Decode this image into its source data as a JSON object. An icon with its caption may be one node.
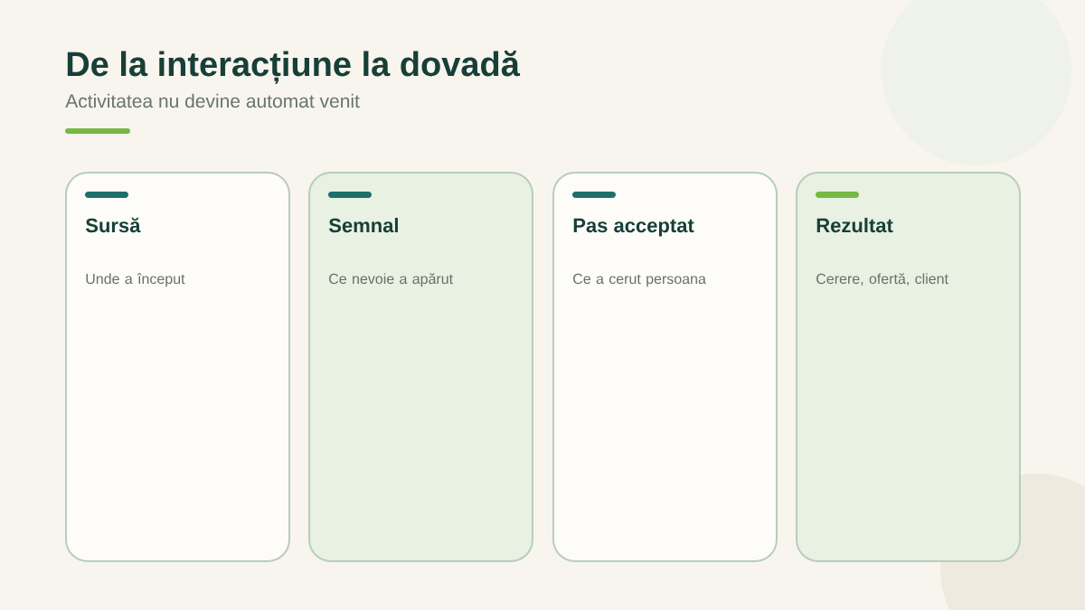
{
  "diagram": {
    "title": "De la interacțiune la dovadă",
    "nodes": [
      {
        "text": [
          "Sursă",
          "Unde a început"
        ]
      },
      {
        "text": [
          "Semnal",
          "Ce nevoie a apărut"
        ]
      },
      {
        "text": [
          "Pas acceptat",
          "Ce a cerut persoana"
        ]
      },
      {
        "text": [
          "Rezultat",
          "Cerere, ofertă, client"
        ]
      }
    ],
    "labels": [
      "Activitatea nu devine automat venit"
    ]
  }
}
